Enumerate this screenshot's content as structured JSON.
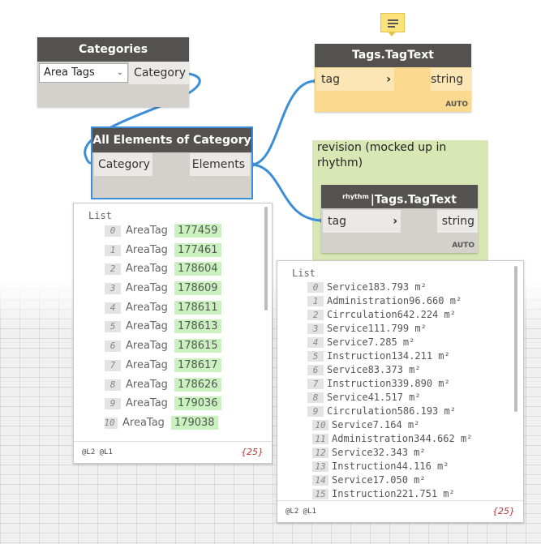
{
  "nodes": {
    "categories": {
      "title": "Categories",
      "dropdown_value": "Area Tags",
      "output_port": "Category"
    },
    "all_elements": {
      "title": "All Elements of Category",
      "input_port": "Category",
      "output_port": "Elements"
    },
    "tag_text": {
      "title": "Tags.TagText",
      "input_port": "tag",
      "output_port": "string",
      "lacing": "AUTO"
    },
    "rhythm_tag_text": {
      "prefix": "rhythm",
      "title": "Tags.TagText",
      "input_port": "tag",
      "output_port": "string",
      "lacing": "AUTO"
    }
  },
  "group": {
    "title": "revision (mocked up in rhythm)",
    "color": "#d9e7b5"
  },
  "preview_elements": {
    "header": "List",
    "items": [
      {
        "index": "0",
        "name": "AreaTag",
        "value": "177459"
      },
      {
        "index": "1",
        "name": "AreaTag",
        "value": "177461"
      },
      {
        "index": "2",
        "name": "AreaTag",
        "value": "178604"
      },
      {
        "index": "3",
        "name": "AreaTag",
        "value": "178609"
      },
      {
        "index": "4",
        "name": "AreaTag",
        "value": "178611"
      },
      {
        "index": "5",
        "name": "AreaTag",
        "value": "178613"
      },
      {
        "index": "6",
        "name": "AreaTag",
        "value": "178615"
      },
      {
        "index": "7",
        "name": "AreaTag",
        "value": "178617"
      },
      {
        "index": "8",
        "name": "AreaTag",
        "value": "178626"
      },
      {
        "index": "9",
        "name": "AreaTag",
        "value": "179036"
      },
      {
        "index": "10",
        "name": "AreaTag",
        "value": "179038"
      }
    ],
    "levels": "@L2 @L1",
    "count": "{25}"
  },
  "preview_strings": {
    "header": "List",
    "items": [
      {
        "index": "0",
        "value": "Service183.793 m²"
      },
      {
        "index": "1",
        "value": "Administration96.660 m²"
      },
      {
        "index": "2",
        "value": "Cirrculation642.224 m²"
      },
      {
        "index": "3",
        "value": "Service111.799 m²"
      },
      {
        "index": "4",
        "value": "Service7.285 m²"
      },
      {
        "index": "5",
        "value": "Instruction134.211 m²"
      },
      {
        "index": "6",
        "value": "Service83.373 m²"
      },
      {
        "index": "7",
        "value": "Instruction339.890 m²"
      },
      {
        "index": "8",
        "value": "Service41.517 m²"
      },
      {
        "index": "9",
        "value": "Circrulation586.193 m²"
      },
      {
        "index": "10",
        "value": "Service7.164 m²"
      },
      {
        "index": "11",
        "value": "Administration344.662 m²"
      },
      {
        "index": "12",
        "value": "Service32.343 m²"
      },
      {
        "index": "13",
        "value": "Instruction44.116 m²"
      },
      {
        "index": "14",
        "value": "Service17.050 m²"
      },
      {
        "index": "15",
        "value": "Instruction221.751 m²"
      }
    ],
    "levels": "@L2 @L1",
    "count": "{25}"
  },
  "colors": {
    "wire": "#3d8ed9",
    "node_header": "#545250",
    "selected_outline": "#3d8ed9",
    "tagtext_body": "#fbd98e",
    "value_highlight": "#c9f2bf"
  },
  "icons": {
    "note": "note-icon",
    "dropdown": "chevron-down-icon",
    "port_arrow": "chevron-right-icon"
  }
}
